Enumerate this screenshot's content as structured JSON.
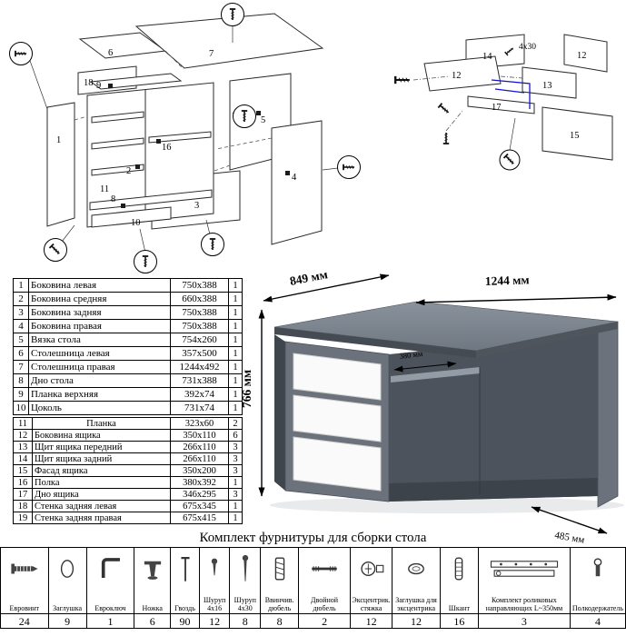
{
  "parts_table": {
    "rows": [
      {
        "num": "1",
        "name": "Боковина левая",
        "size": "750x388",
        "qty": "1"
      },
      {
        "num": "2",
        "name": "Боковина средняя",
        "size": "660x388",
        "qty": "1"
      },
      {
        "num": "3",
        "name": "Боковина задняя",
        "size": "750x388",
        "qty": "1"
      },
      {
        "num": "4",
        "name": "Боковина правая",
        "size": "750x388",
        "qty": "1"
      },
      {
        "num": "5",
        "name": "Вязка стола",
        "size": "754x260",
        "qty": "1"
      },
      {
        "num": "6",
        "name": "Столешница левая",
        "size": "357x500",
        "qty": "1"
      },
      {
        "num": "7",
        "name": "Столешница правая",
        "size": "1244x492",
        "qty": "1"
      },
      {
        "num": "8",
        "name": "Дно стола",
        "size": "731x388",
        "qty": "1"
      },
      {
        "num": "9",
        "name": "Планка верхняя",
        "size": "392x74",
        "qty": "1"
      },
      {
        "num": "10",
        "name": "Цоколь",
        "size": "731x74",
        "qty": "1"
      },
      {
        "num": "11",
        "name": "Планка",
        "size": "323x60",
        "qty": "2"
      },
      {
        "num": "12",
        "name": "Боковина ящика",
        "size": "350x110",
        "qty": "6"
      },
      {
        "num": "13",
        "name": "Щит ящика передний",
        "size": "266x110",
        "qty": "3"
      },
      {
        "num": "14",
        "name": "Щит ящика задний",
        "size": "266x110",
        "qty": "3"
      },
      {
        "num": "15",
        "name": "Фасад ящика",
        "size": "350x200",
        "qty": "3"
      },
      {
        "num": "16",
        "name": "Полка",
        "size": "380x392",
        "qty": "1"
      },
      {
        "num": "17",
        "name": "Дно ящика",
        "size": "346x295",
        "qty": "3"
      },
      {
        "num": "18",
        "name": "Стенка задняя левая",
        "size": "675x345",
        "qty": "1"
      },
      {
        "num": "19",
        "name": "Стенка задняя правая",
        "size": "675x415",
        "qty": "1"
      }
    ]
  },
  "desk": {
    "d849": "849 мм",
    "d1244": "1244 мм",
    "d766": "766 мм",
    "d380": "380 мм",
    "d485": "485 мм",
    "colors": {
      "top": "#7d8590",
      "front": "#6b727c",
      "niche": "#4c535c",
      "drawer": "#fafafa"
    }
  },
  "exploded": {
    "p1": "1",
    "p2": "2",
    "p3": "3",
    "p4": "4",
    "p5": "5",
    "p6": "6",
    "p7": "7",
    "p8": "8",
    "p9": "9",
    "p10": "10",
    "p11": "11",
    "p16": "16",
    "p18": "18"
  },
  "drawer": {
    "p12a": "12",
    "p12b": "12",
    "p13": "13",
    "p14": "14",
    "p15": "15",
    "p17": "17",
    "screw_size": "4x30"
  },
  "hardware": {
    "title": "Комплект фурнитуры для сборки стола",
    "items": [
      {
        "name": "Евровинт",
        "qty": "24",
        "icon": "confirmat-screw-icon"
      },
      {
        "name": "Заглушка",
        "qty": "9",
        "icon": "cap-icon"
      },
      {
        "name": "Евроключ",
        "qty": "1",
        "icon": "hex-key-icon"
      },
      {
        "name": "Ножка",
        "qty": "6",
        "icon": "leg-icon"
      },
      {
        "name": "Гвоздь",
        "qty": "90",
        "icon": "nail-icon"
      },
      {
        "name": "Шуруп 4x16",
        "qty": "12",
        "icon": "screw-4x16-icon"
      },
      {
        "name": "Шуруп 4x30",
        "qty": "8",
        "icon": "screw-4x30-icon"
      },
      {
        "name": "Ввинчив. дюбель",
        "qty": "8",
        "icon": "screw-in-dowel-icon"
      },
      {
        "name": "Двойной дюбель",
        "qty": "2",
        "icon": "double-dowel-icon"
      },
      {
        "name": "Эксцентрик. стяжка",
        "qty": "12",
        "icon": "cam-lock-icon"
      },
      {
        "name": "Заглушка для эксцентрика",
        "qty": "12",
        "icon": "cam-cap-icon"
      },
      {
        "name": "Шкант",
        "qty": "16",
        "icon": "wooden-dowel-icon"
      },
      {
        "name": "Комплект роликовых направляющих L~350мм",
        "qty": "3",
        "icon": "roller-guides-icon"
      },
      {
        "name": "Полкодержатель",
        "qty": "4",
        "icon": "shelf-pin-icon"
      }
    ]
  }
}
